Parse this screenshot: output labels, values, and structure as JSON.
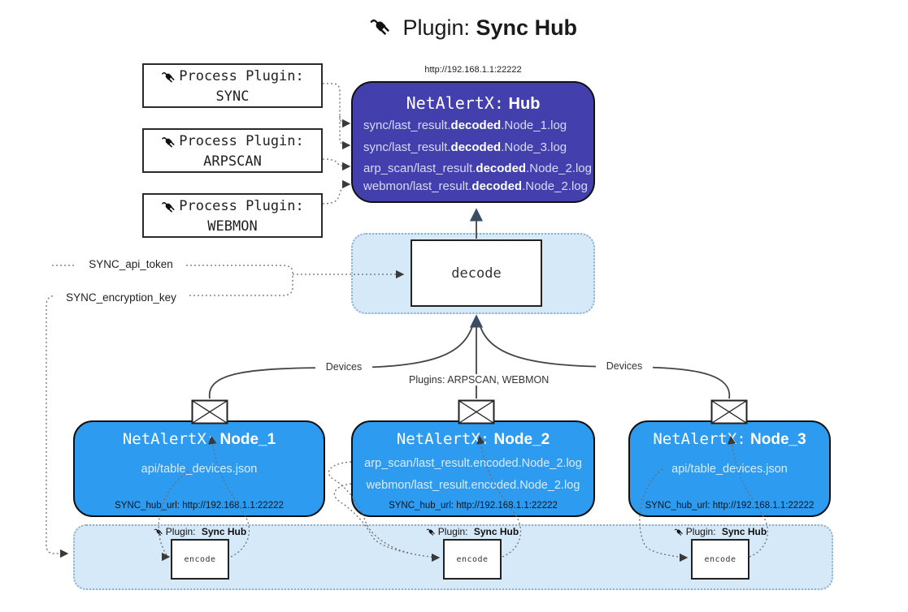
{
  "title": {
    "label": "Plugin:",
    "label_bold": "Sync Hub"
  },
  "process_plugins": [
    {
      "label": "Process Plugin:",
      "name": "SYNC"
    },
    {
      "label": "Process Plugin:",
      "name": "ARPSCAN"
    },
    {
      "label": "Process Plugin:",
      "name": "WEBMON"
    }
  ],
  "hub": {
    "url": "http://192.168.1.1:22222",
    "name_prefix": "NetAlertX:",
    "name": "Hub",
    "logs": [
      {
        "pre": "sync/last_result.",
        "bold": "decoded",
        "post": ".Node_1.log"
      },
      {
        "pre": "sync/last_result.",
        "bold": "decoded",
        "post": ".Node_3.log"
      },
      {
        "pre": "arp_scan/last_result.",
        "bold": "decoded",
        "post": ".Node_2.log"
      },
      {
        "pre": "webmon/last_result.",
        "bold": "decoded",
        "post": ".Node_2.log"
      }
    ]
  },
  "decode": {
    "label": "decode"
  },
  "settings": {
    "api_token": "SYNC_api_token",
    "encryption_key": "SYNC_encryption_key"
  },
  "edges": {
    "devices_left": "Devices",
    "plugins_middle": "Plugins: ARPSCAN, WEBMON",
    "devices_right": "Devices"
  },
  "nodes": [
    {
      "name_prefix": "NetAlertX:",
      "name": "Node_1",
      "files": [
        "api/table_devices.json"
      ],
      "hub_url": "SYNC_hub_url: http://192.168.1.1:22222"
    },
    {
      "name_prefix": "NetAlertX:",
      "name": "Node_2",
      "files": [
        "arp_scan/last_result.encoded.Node_2.log",
        "webmon/last_result.encoded.Node_2.log"
      ],
      "hub_url": "SYNC_hub_url: http://192.168.1.1:22222"
    },
    {
      "name_prefix": "NetAlertX:",
      "name": "Node_3",
      "files": [
        "api/table_devices.json"
      ],
      "hub_url": "SYNC_hub_url: http://192.168.1.1:22222"
    }
  ],
  "encoders": [
    {
      "plugin_label": "Plugin:",
      "plugin_bold": "Sync Hub",
      "label": "encode"
    },
    {
      "plugin_label": "Plugin:",
      "plugin_bold": "Sync Hub",
      "label": "encode"
    },
    {
      "plugin_label": "Plugin:",
      "plugin_bold": "Sync Hub",
      "label": "encode"
    }
  ],
  "colors": {
    "hub": "#4340ae",
    "node": "#2d9bf0",
    "panel": "#d6e9f9",
    "panel_border": "#8fb0cc"
  }
}
